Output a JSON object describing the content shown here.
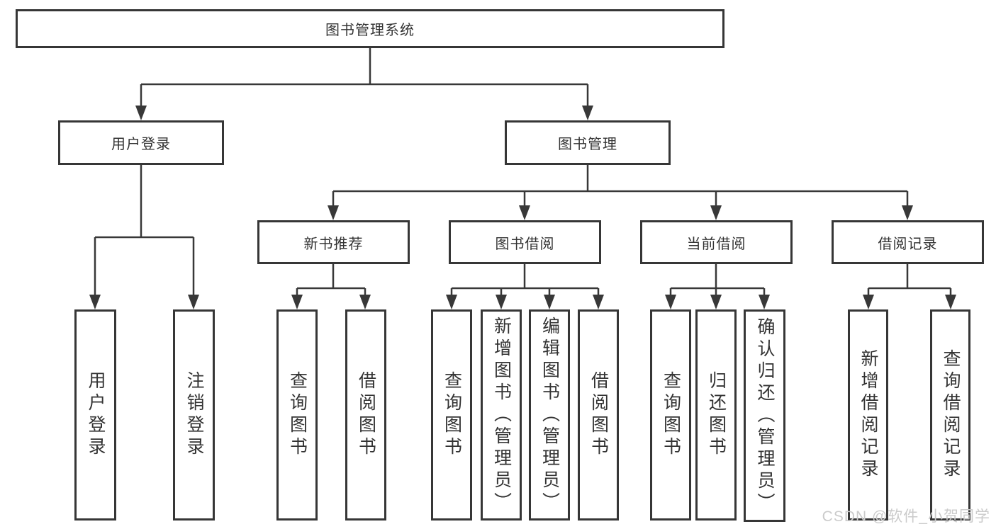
{
  "diagram": {
    "root": {
      "label": "图书管理系统"
    },
    "login": {
      "label": "用户登录",
      "children": [
        {
          "label": "用户登录"
        },
        {
          "label": "注销登录"
        }
      ]
    },
    "management": {
      "label": "图书管理",
      "sections": [
        {
          "label": "新书推荐",
          "children": [
            {
              "label": "查询图书"
            },
            {
              "label": "借阅图书"
            }
          ]
        },
        {
          "label": "图书借阅",
          "children": [
            {
              "label": "查询图书"
            },
            {
              "label": "新增图书（管理员）"
            },
            {
              "label": "编辑图书（管理员）"
            },
            {
              "label": "借阅图书"
            }
          ]
        },
        {
          "label": "当前借阅",
          "children": [
            {
              "label": "查询图书"
            },
            {
              "label": "归还图书"
            },
            {
              "label": "确认归还（管理员）"
            }
          ]
        },
        {
          "label": "借阅记录",
          "children": [
            {
              "label": "新增借阅记录"
            },
            {
              "label": "查询借阅记录"
            }
          ]
        }
      ]
    },
    "colors": {
      "line": "#383838",
      "box_border": "#363636",
      "box_background": "#ffffff",
      "text": "#333333"
    }
  },
  "watermark": {
    "text": "CSDN @软件_小贺同学",
    "color": "#cbcbcb"
  }
}
